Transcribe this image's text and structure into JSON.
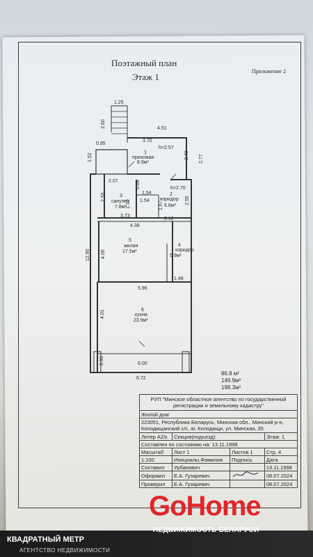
{
  "header": {
    "title": "Поэтажный план",
    "floor": "Этаж  1",
    "appendix": "Приложение  2"
  },
  "plan": {
    "dims": {
      "stair_w": "1.25",
      "stair_len": "2.60",
      "top_w": "4.51",
      "d370": "3.70",
      "d095": "0.95",
      "d152": "1.52",
      "d277": "2.77",
      "d240": "2.40",
      "d207": "2.07",
      "d255": "2.55",
      "d088": "0.88",
      "d110": "1.10",
      "d154a": "1.54",
      "d154b": "1.54",
      "d167": "1.67",
      "d255b": "2.55",
      "d373": "3.73",
      "d212": "2.12",
      "d438": "4.38",
      "d1290": "12.90",
      "d400": "4.00",
      "d596": "5.96",
      "d148": "1.48",
      "d401": "4.01",
      "d090": "0.90",
      "d600": "6.00",
      "d672": "6.72"
    },
    "h1": "h=2.57",
    "h2": "h=2.70",
    "rooms": [
      {
        "num": "1",
        "name": "прихожая",
        "area": "8.9м²"
      },
      {
        "num": "2",
        "name": "коридор",
        "area": "6.8м²"
      },
      {
        "num": "3",
        "name": "санузел",
        "area": "7.8м²"
      },
      {
        "num": "4",
        "name": "коридор",
        "area": "5.9м²"
      },
      {
        "num": "5",
        "name": "жилая",
        "area": "17.5м²"
      },
      {
        "num": "6",
        "name": "кухня",
        "area": "23.9м²"
      }
    ]
  },
  "totals": [
    "86.8  м²",
    "149.9м²",
    "198.3м²"
  ],
  "stamp": {
    "org": "РУП \"Минское областное агентство по государственной регистрации и земельному кадастру\"",
    "object": "Жилой дом",
    "address": "223051, Республика Беларусь, Минская обл., Минский р-н, Колодищанский с/с, аг. Колодищи, ул. Минская, 35",
    "litera": "Литер  А2/к",
    "section": "Секция(подъезд):",
    "floor": "Этаж: 1",
    "compiled": "Составлен по состоянию на: 13.11.1998",
    "row_scale": [
      "Масштаб",
      "Лист 1",
      "Листов 1",
      "Стр. 4"
    ],
    "row_head": [
      "1:100",
      "Инициалы,Фамилия",
      "Подпись",
      "Дата"
    ],
    "row_comp": [
      "Составил",
      "Урбанович",
      "",
      "13.11.1998"
    ],
    "row_form": [
      "Оформил",
      "Е.А. Гузаревич",
      "",
      "08.07.2024"
    ],
    "row_check": [
      "Проверил",
      "Е.А. Гузаревич",
      "",
      "08.07.2024"
    ]
  },
  "watermarks": {
    "left_title": "КВАДРАТНЫЙ МЕТР",
    "left_sub": "АГЕНТСТВО НЕДВИЖИМОСТИ",
    "brand": "GoHome",
    "brand_sub": "НЕДВИЖИМОСТЬ БЕЛАРУСИ"
  }
}
